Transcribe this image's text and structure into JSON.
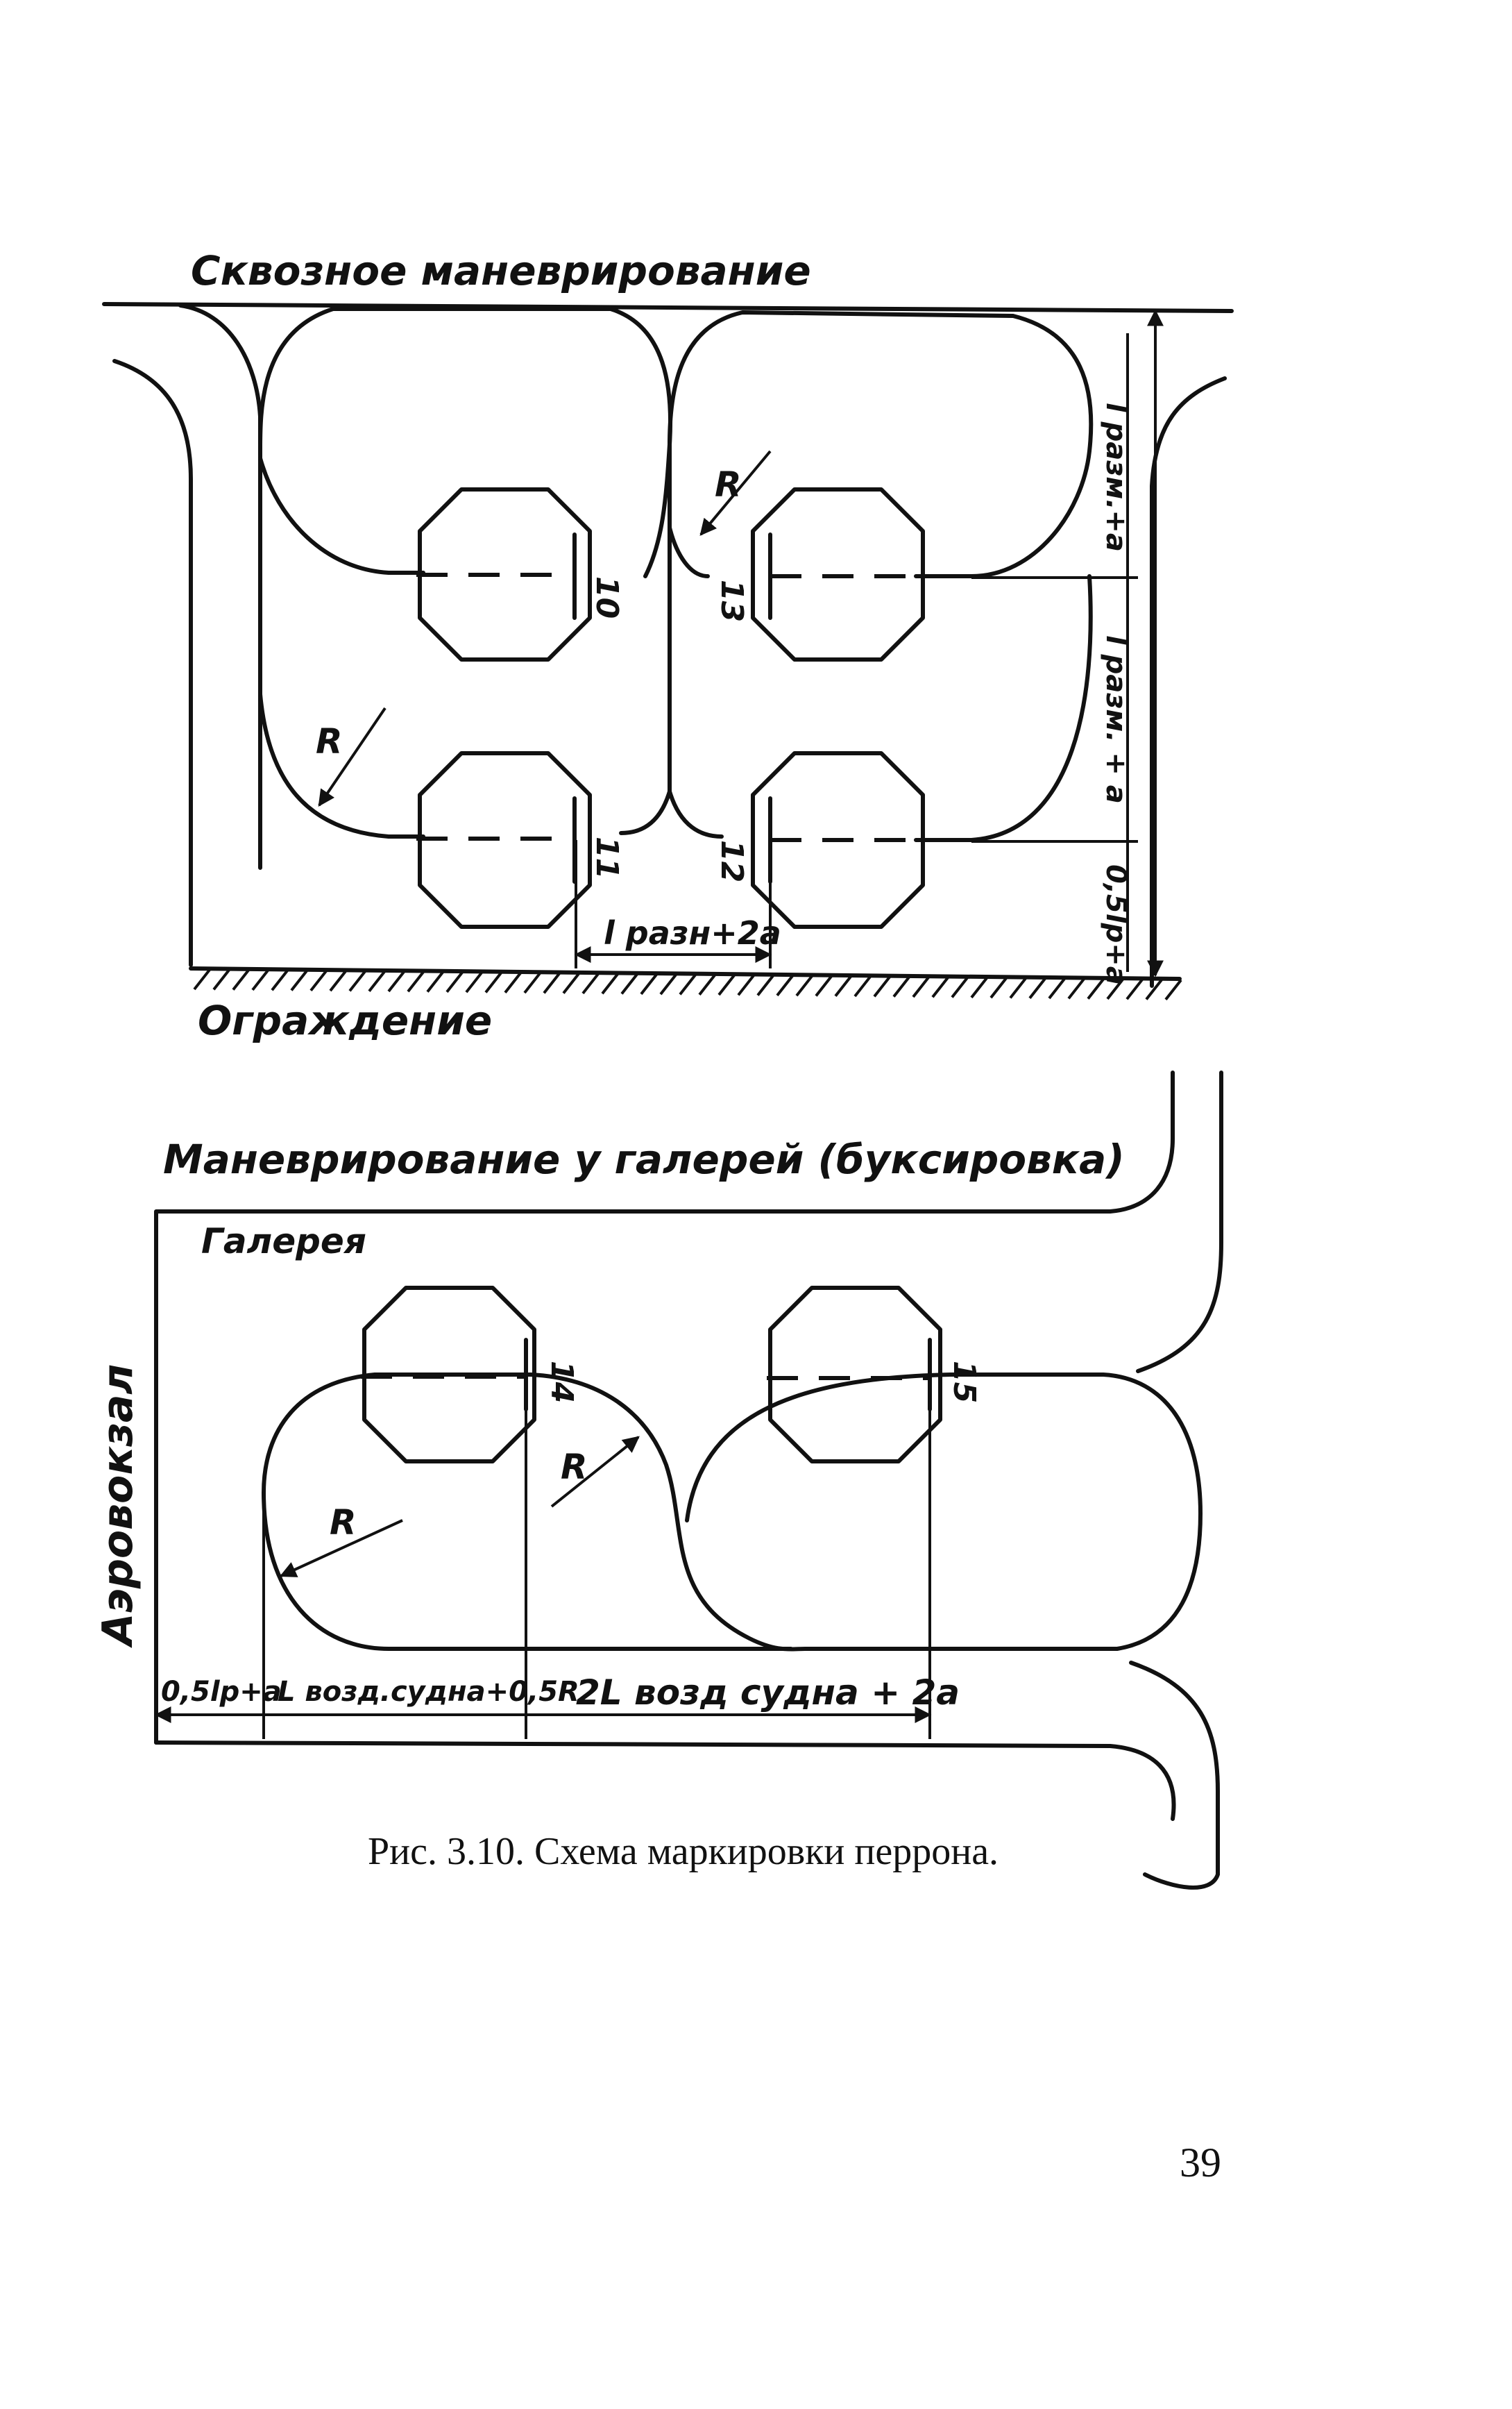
{
  "top_title": "Сквозное маневрирование",
  "fence_label": "Ограждение",
  "bottom_title": "Маневрирование у галерей (буксировка)",
  "gallery_label": "Галерея",
  "terminal_label": "Аэровокзал",
  "radius_label": "R",
  "stands": [
    "10",
    "13",
    "11",
    "12",
    "14",
    "15"
  ],
  "dim_top": {
    "gap": "l разн+2а",
    "upper": "l разм.+а",
    "middle": "l разм. + а",
    "lower": "0,5lр+а"
  },
  "dim_bottom": {
    "a": "0,5lр+а",
    "b": "L возд.судна+0,5R",
    "c": "2L возд судна + 2а"
  },
  "caption": "Рис. 3.10. Схема маркировки перрона.",
  "page_number": "39"
}
